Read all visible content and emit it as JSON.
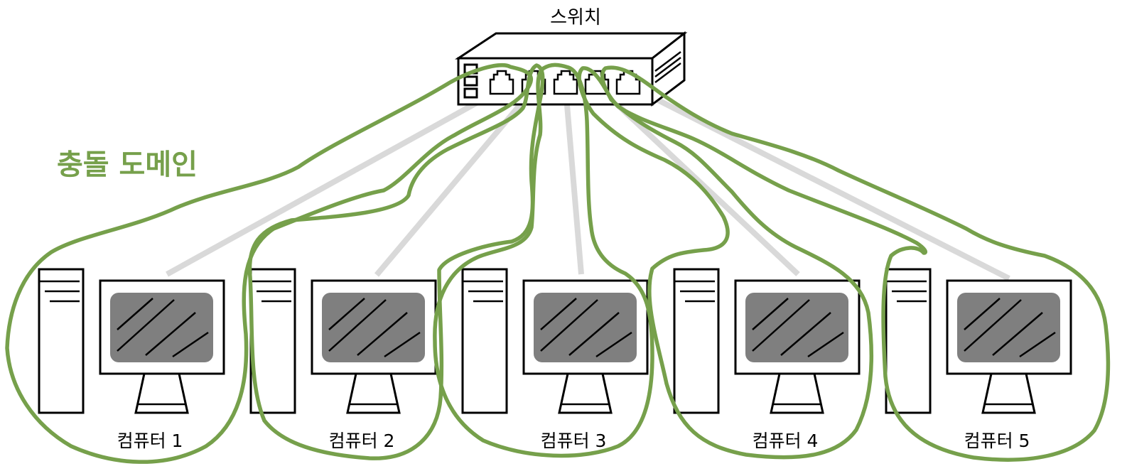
{
  "switch": {
    "label": "스위치",
    "icon": "network-switch-icon",
    "port_count": 5
  },
  "collision_domain": {
    "label": "충돌 도메인",
    "color": "#76a04b"
  },
  "cable_color": "#d9d9d9",
  "computers": [
    {
      "label": "컴퓨터 1",
      "icon": "desktop-computer-icon"
    },
    {
      "label": "컴퓨터 2",
      "icon": "desktop-computer-icon"
    },
    {
      "label": "컴퓨터 3",
      "icon": "desktop-computer-icon"
    },
    {
      "label": "컴퓨터 4",
      "icon": "desktop-computer-icon"
    },
    {
      "label": "컴퓨터 5",
      "icon": "desktop-computer-icon"
    }
  ]
}
